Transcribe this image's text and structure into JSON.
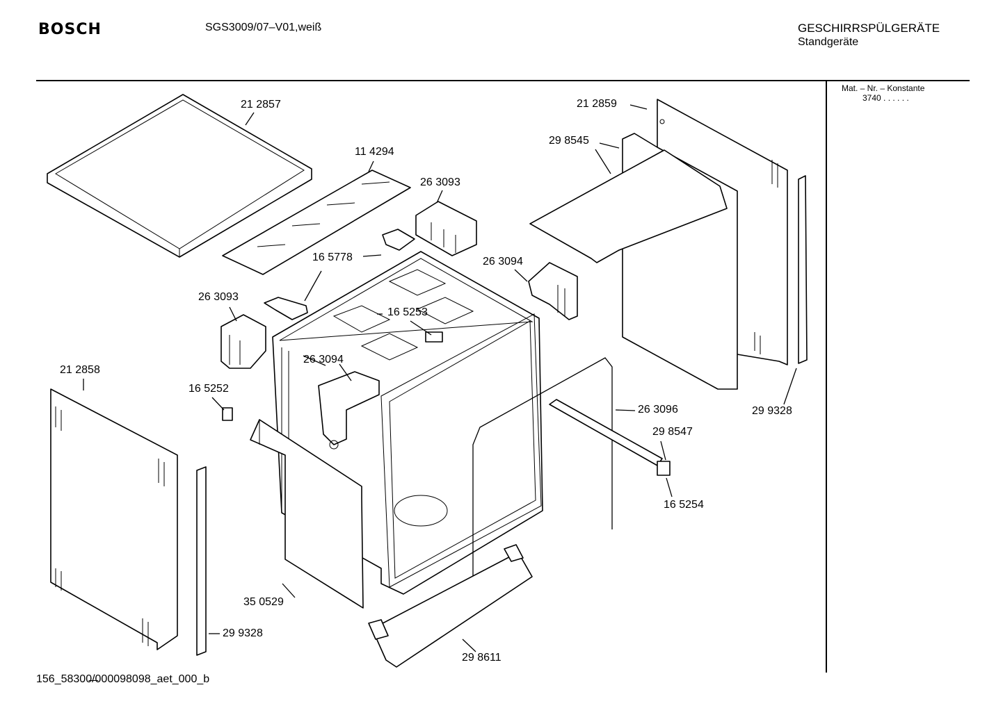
{
  "header": {
    "brand": "BOSCH",
    "model": "SGS3009/07–V01,weiß",
    "category": "GESCHIRRSPÜLGERÄTE",
    "subcategory": "Standgeräte"
  },
  "sidebar": {
    "mat_nr_label": "Mat. – Nr. – Konstante",
    "konstante_value": "3740  .  .  .  .  .  ."
  },
  "footer": {
    "code": "156_58300̶/̶000098098_aet_000_b"
  },
  "parts": [
    {
      "id": "part-212857",
      "label": "21 2857"
    },
    {
      "id": "part-114294",
      "label": "11 4294"
    },
    {
      "id": "part-263093-top",
      "label": "26 3093"
    },
    {
      "id": "part-165778",
      "label": "16 5778"
    },
    {
      "id": "part-263094-right",
      "label": "26 3094"
    },
    {
      "id": "part-263093-left",
      "label": "26 3093"
    },
    {
      "id": "part-165253",
      "label": "16 5253"
    },
    {
      "id": "part-263094-mid",
      "label": "26 3094"
    },
    {
      "id": "part-212858",
      "label": "21 2858"
    },
    {
      "id": "part-165252",
      "label": "16 5252"
    },
    {
      "id": "part-212859",
      "label": "21 2859"
    },
    {
      "id": "part-298545",
      "label": "29 8545"
    },
    {
      "id": "part-263096",
      "label": "26 3096"
    },
    {
      "id": "part-298547",
      "label": "29 8547"
    },
    {
      "id": "part-165254",
      "label": "16 5254"
    },
    {
      "id": "part-299328-right",
      "label": "29 9328"
    },
    {
      "id": "part-350529",
      "label": "35 0529"
    },
    {
      "id": "part-299328-bottom",
      "label": "29 9328"
    },
    {
      "id": "part-298611",
      "label": "29 8611"
    }
  ]
}
